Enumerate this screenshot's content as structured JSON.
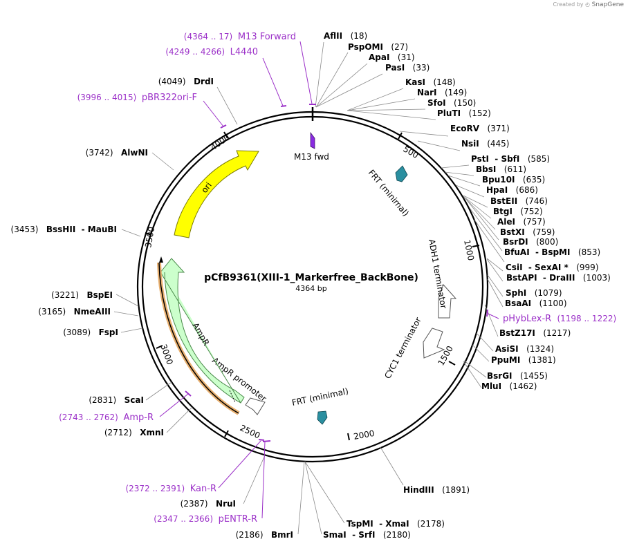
{
  "credit": {
    "prefix": "Created by",
    "brand": "SnapGene"
  },
  "map": {
    "title": "pCfB9361(XIII-1_Markerfree_BackBone)",
    "length_label": "4364 bp",
    "total_bp": 4364,
    "tick_labels": [
      "500",
      "1000",
      "1500",
      "2000",
      "2500",
      "3000",
      "3500",
      "4000"
    ]
  },
  "colors": {
    "site_label": "#000000",
    "primer": "#9b30c8",
    "ori": "#ffff00",
    "ampr": "#ccffcc",
    "ampr_cds_outline": "#d08000",
    "frt": "#2a8fa0",
    "m13": "#8a2be2"
  },
  "features": [
    {
      "name": "M13 fwd",
      "type": "primer-feature"
    },
    {
      "name": "FRT (minimal)",
      "type": "frt"
    },
    {
      "name": "ADH1 terminator",
      "type": "terminator"
    },
    {
      "name": "CYC1 terminator",
      "type": "terminator"
    },
    {
      "name": "FRT (minimal)",
      "type": "frt"
    },
    {
      "name": "AmpR promoter",
      "type": "promoter"
    },
    {
      "name": "AmpR",
      "type": "cds"
    },
    {
      "name": "ori",
      "type": "origin"
    }
  ],
  "sites": [
    {
      "name": "AflII",
      "pos": "(18)"
    },
    {
      "name": "PspOMI",
      "pos": "(27)"
    },
    {
      "name": "ApaI",
      "pos": "(31)"
    },
    {
      "name": "PasI",
      "pos": "(33)"
    },
    {
      "name": "KasI",
      "pos": "(148)"
    },
    {
      "name": "NarI",
      "pos": "(149)"
    },
    {
      "name": "SfoI",
      "pos": "(150)"
    },
    {
      "name": "PluTI",
      "pos": "(152)"
    },
    {
      "name": "EcoRV",
      "pos": "(371)"
    },
    {
      "name": "NsiI",
      "pos": "(445)"
    },
    {
      "name": "PstI  - SbfI",
      "pos": "(585)"
    },
    {
      "name": "BbsI",
      "pos": "(611)"
    },
    {
      "name": "Bpu10I",
      "pos": "(635)"
    },
    {
      "name": "HpaI",
      "pos": "(686)"
    },
    {
      "name": "BstEII",
      "pos": "(746)"
    },
    {
      "name": "BtgI",
      "pos": "(752)"
    },
    {
      "name": "AleI",
      "pos": "(757)"
    },
    {
      "name": "BstXI",
      "pos": "(759)"
    },
    {
      "name": "BsrDI",
      "pos": "(800)"
    },
    {
      "name": "BfuAI  - BspMI",
      "pos": "(853)"
    },
    {
      "name": "CsiI  - SexAI *",
      "pos": "(999)"
    },
    {
      "name": "BstAPI  - DraIII",
      "pos": "(1003)"
    },
    {
      "name": "SphI",
      "pos": "(1079)"
    },
    {
      "name": "BsaAI",
      "pos": "(1100)"
    },
    {
      "name": "BstZ17I",
      "pos": "(1217)"
    },
    {
      "name": "AsiSI",
      "pos": "(1324)"
    },
    {
      "name": "PpuMI",
      "pos": "(1381)"
    },
    {
      "name": "BsrGI",
      "pos": "(1455)"
    },
    {
      "name": "MluI",
      "pos": "(1462)"
    },
    {
      "name": "HindIII",
      "pos": "(1891)"
    },
    {
      "name": "TspMI  - XmaI",
      "pos": "(2178)"
    },
    {
      "name": "SmaI  - SrfI",
      "pos": "(2180)"
    },
    {
      "name": "BmrI",
      "pos": "(2186)"
    },
    {
      "name": "NruI",
      "pos": "(2387)"
    },
    {
      "name": "XmnI",
      "pos": "(2712)"
    },
    {
      "name": "ScaI",
      "pos": "(2831)"
    },
    {
      "name": "FspI",
      "pos": "(3089)"
    },
    {
      "name": "NmeAIII",
      "pos": "(3165)"
    },
    {
      "name": "BspEI",
      "pos": "(3221)"
    },
    {
      "name": "BssHII  - MauBI",
      "pos": "(3453)"
    },
    {
      "name": "AlwNI",
      "pos": "(3742)"
    },
    {
      "name": "DrdI",
      "pos": "(4049)"
    }
  ],
  "primers": [
    {
      "name": "M13 Forward",
      "range": "(4364 .. 17)"
    },
    {
      "name": "L4440",
      "range": "(4249 .. 4266)"
    },
    {
      "name": "pBR322ori-F",
      "range": "(3996 .. 4015)"
    },
    {
      "name": "pHybLex-R",
      "range": "(1198 .. 1222)"
    },
    {
      "name": "Amp-R",
      "range": "(2743 .. 2762)"
    },
    {
      "name": "Kan-R",
      "range": "(2372 .. 2391)"
    },
    {
      "name": "pENTR-R",
      "range": "(2347 .. 2366)"
    }
  ]
}
